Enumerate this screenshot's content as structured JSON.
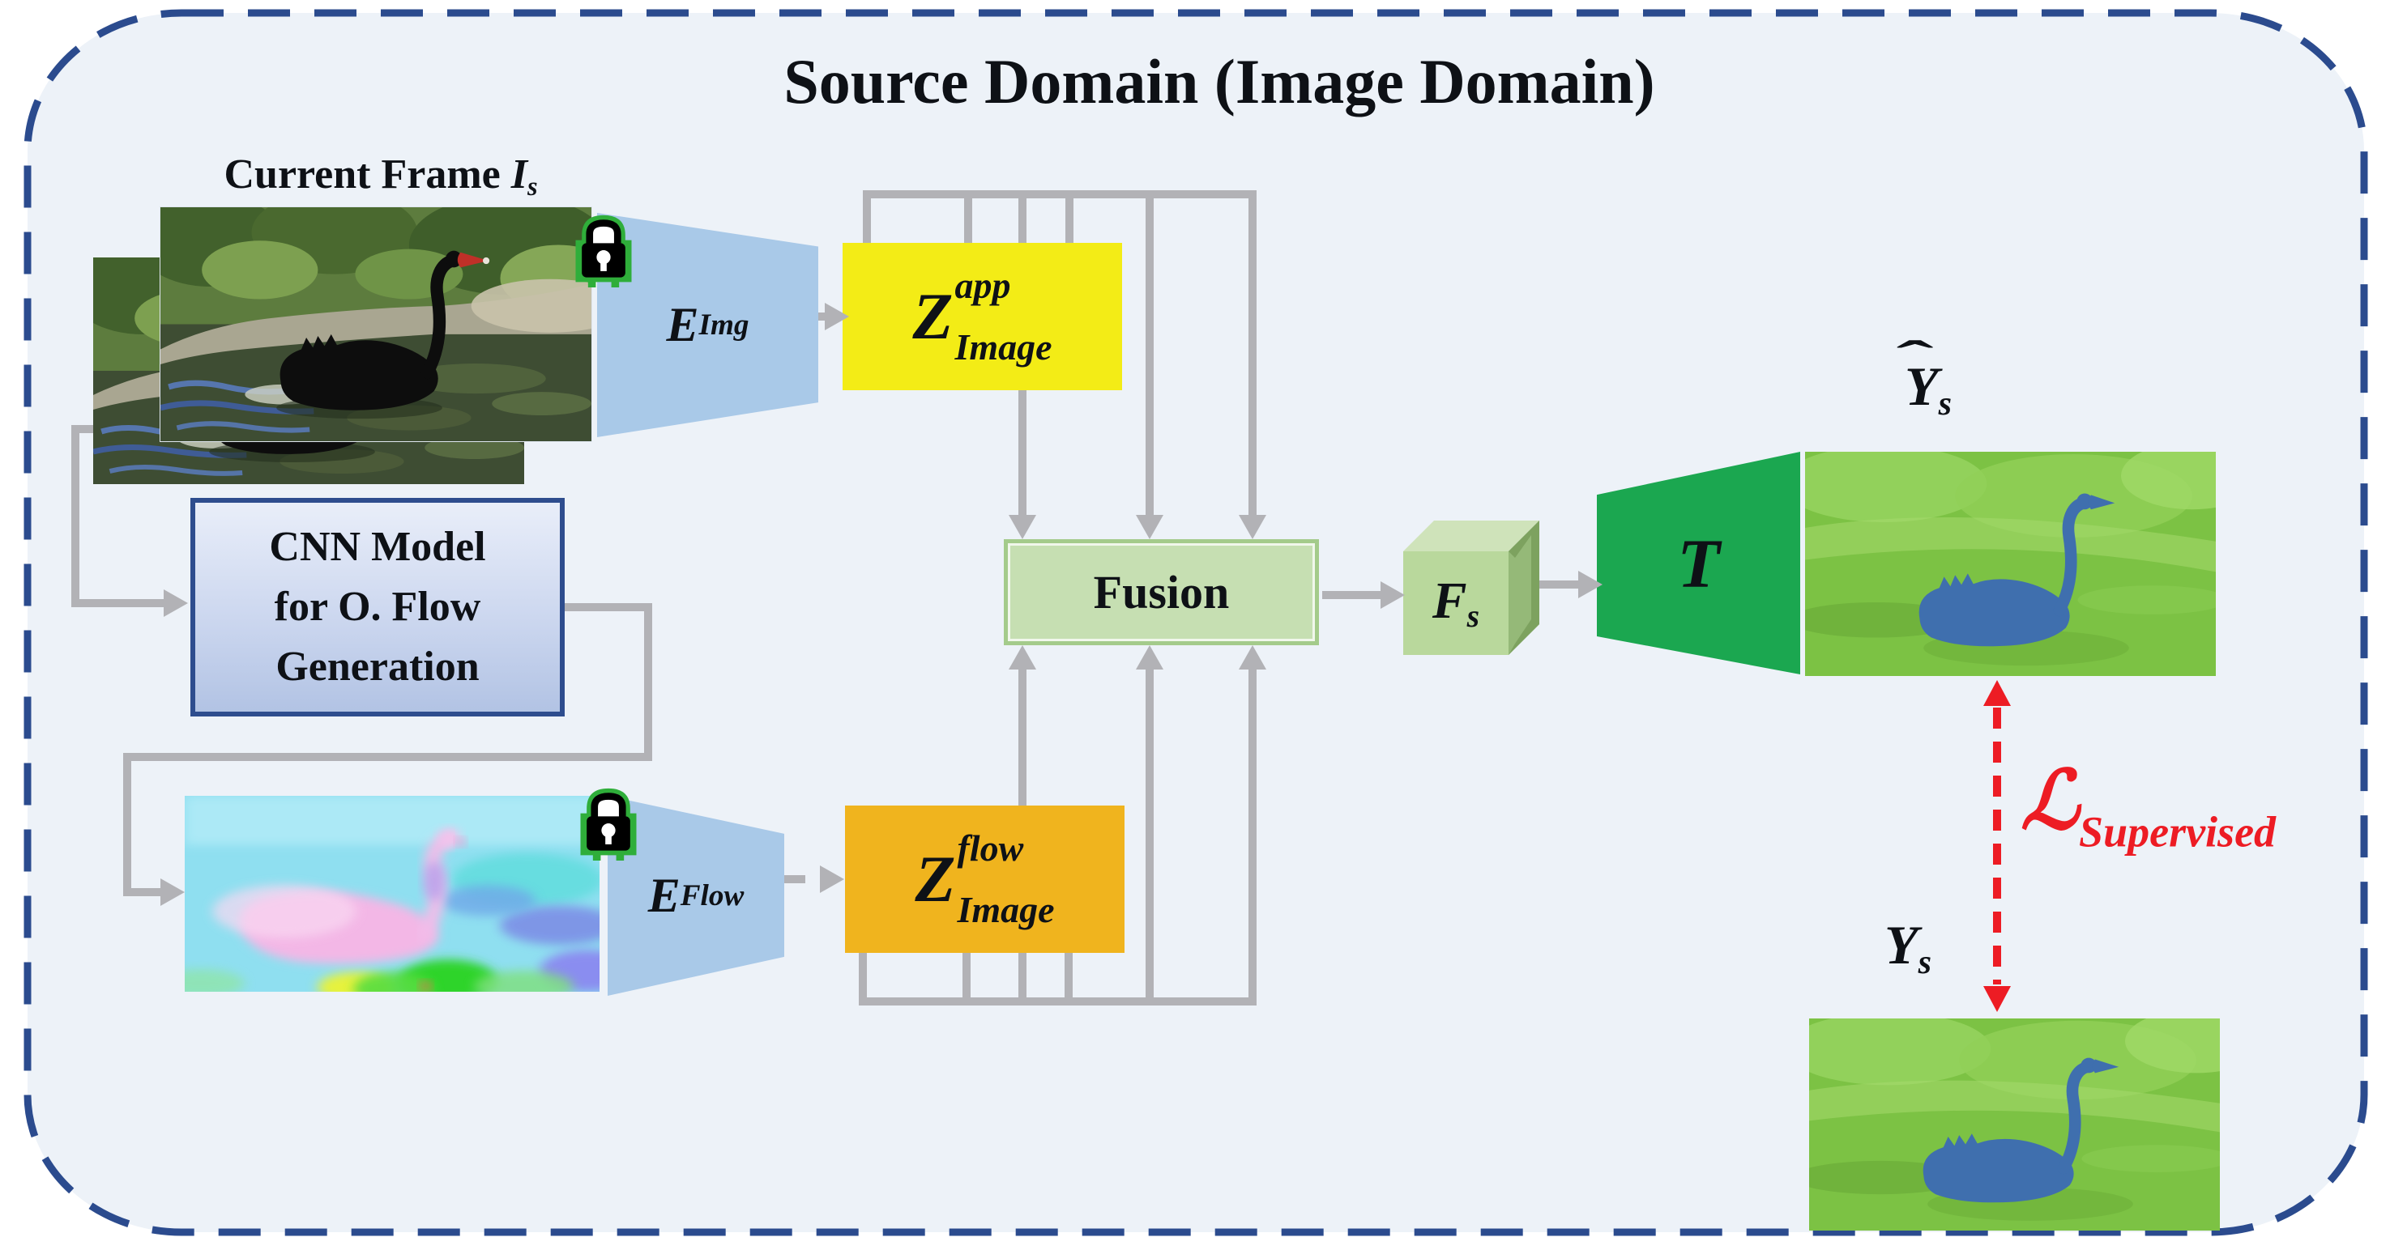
{
  "title": "Source Domain (Image Domain)",
  "colors": {
    "canvas_bg": "#edf2f8",
    "frame_border_navy": "#2b4b8e",
    "arrow_gray": "#b2b2b6",
    "latent_yellow": "#f3ec16",
    "latent_orange": "#f0b41e",
    "encoder_blue": "#a9c9e8",
    "cnn_border_navy": "#2e4d8e",
    "fusion_fill_green": "#c6dfb2",
    "fusion_border_green": "#a4cb8b",
    "feature_cube_green": "#b9d89c",
    "decoder_green": "#1ba750",
    "loss_red": "#ed1c24",
    "lock_green": "#2fae3a"
  },
  "icons": {
    "lock_img_encoder": "lock-icon (frozen encoder)",
    "lock_flow_encoder": "lock-icon (frozen encoder)"
  },
  "nodes": {
    "current_frame": {
      "prefix": "Current Frame ",
      "symbol": "I",
      "sub": "s"
    },
    "cnn": {
      "line1": "CNN Model",
      "line2": "for O. Flow",
      "line3": "Generation"
    },
    "encoder_img": {
      "symbol": "E",
      "sub": "Img"
    },
    "encoder_flow": {
      "symbol": "E",
      "sub": "Flow"
    },
    "z_app": {
      "symbol": "Z",
      "sup": "app",
      "sub": "Image"
    },
    "z_flow": {
      "symbol": "Z",
      "sup": "flow",
      "sub": "Image"
    },
    "fusion": {
      "label": "Fusion"
    },
    "feature": {
      "symbol": "F",
      "sub": "s"
    },
    "decoder": {
      "symbol": "T"
    },
    "prediction": {
      "hat": "ˆ",
      "symbol": "Y",
      "sub": "s"
    },
    "ground_truth": {
      "symbol": "Y",
      "sub": "s"
    },
    "loss": {
      "symbol": "ℒ",
      "sub": "Supervised"
    }
  }
}
